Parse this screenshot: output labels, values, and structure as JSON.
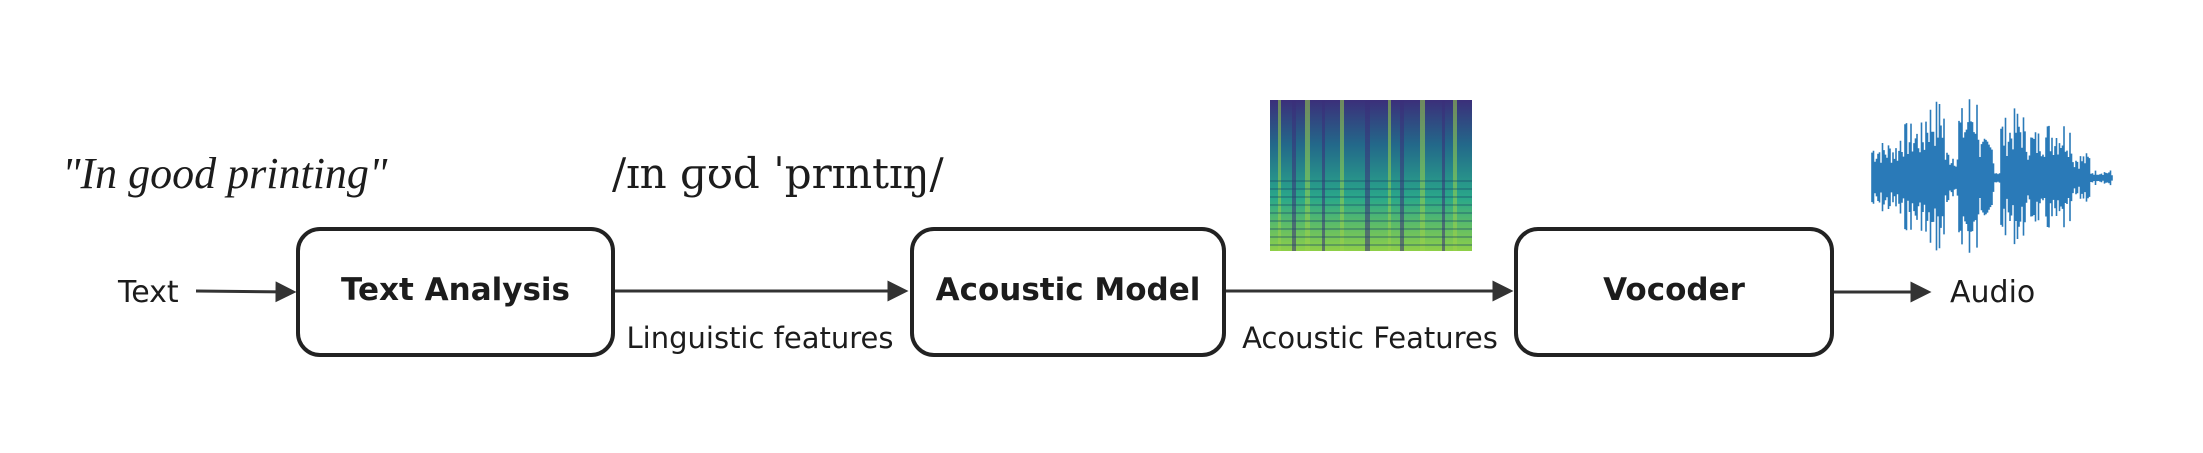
{
  "input_text": "Text",
  "example_sentence": "\"In good printing\"",
  "phonemes": "/ɪn ɡʊd ˈprɪntɪŋ/",
  "boxes": {
    "text_analysis": "Text Analysis",
    "acoustic_model": "Acoustic Model",
    "vocoder": "Vocoder"
  },
  "edge_labels": {
    "linguistic": "Linguistic features",
    "acoustic": "Acoustic Features"
  },
  "output_text": "Audio",
  "colors": {
    "waveform": "#2a7ab8",
    "spectrogram_low": "#3b2f7a",
    "spectrogram_mid": "#2a9a8a",
    "spectrogram_high": "#9bd24a"
  }
}
